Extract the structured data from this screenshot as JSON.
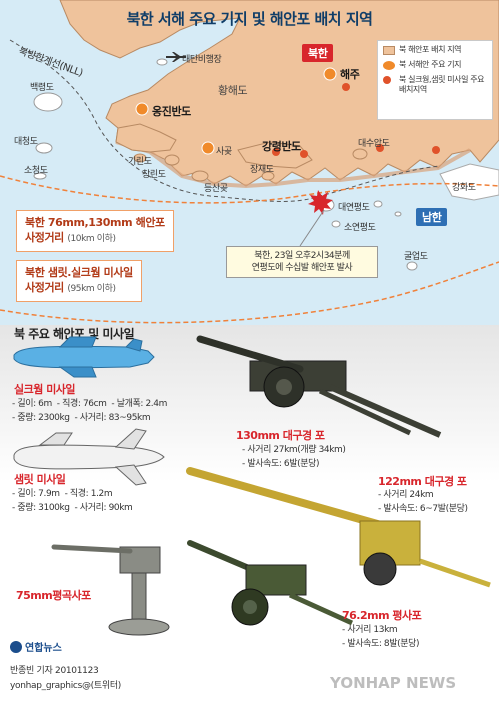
{
  "title": "북한 서해 주요 기지 및 해안포 배치 지역",
  "map": {
    "nll_label": "북방한계선(NLL)",
    "north_label": "북한",
    "south_label": "남한",
    "places": {
      "taetan": "태탄비행장",
      "hwanghae": "황해도",
      "haeju": "해주",
      "ongjin": "옹진반도",
      "baengnyeong": "백령도",
      "daecheong": "대청도",
      "socheong": "소청도",
      "girin": "기린도",
      "changrin": "창린도",
      "sagot": "사곶",
      "deungsan": "등산곶",
      "gangryeong": "강령반도",
      "jangjae": "장재도",
      "daesuap": "대수압도",
      "gangwha": "강화도",
      "daeyeonpyeong": "대연평도",
      "soyeonpyeong": "소연평도",
      "gulup": "굴업도"
    },
    "legend": [
      {
        "label": "북 해안포 배치 지역",
        "icon": "coast-swatch"
      },
      {
        "label": "북 서해안 주요 기지",
        "icon": "star-icon"
      },
      {
        "label": "북 실크웜,샘릿 미사일 주요 배치지역",
        "icon": "dot-icon"
      }
    ],
    "range_76_130": {
      "line1": "북한 76mm,130mm 해안포",
      "line2": "사정거리",
      "note": "(10km 이하)"
    },
    "range_missile": {
      "line1": "북한 샘릿.실크웜 미사일",
      "line2": "사정거리",
      "note": "(95km 이하)"
    },
    "incident": {
      "line1": "북한, 23일 오후2시34분께",
      "line2": "연평도에 수십발 해안포 발사"
    },
    "colors": {
      "sea": "#d6ebf6",
      "land_north": "#efc39c",
      "land_south": "#ffffff",
      "range_line": "#f0813a"
    }
  },
  "weapons": {
    "section_title": "북 주요 해안포 및 미사일",
    "silkworm": {
      "name": "실크웜 미사일",
      "specs": [
        "길이: 6m",
        "직경: 76cm",
        "날개폭: 2.4m",
        "중량: 2300kg",
        "사거리: 83~95km"
      ]
    },
    "samlet": {
      "name": "샘릿 미사일",
      "specs": [
        "길이: 7.9m",
        "직경: 1.2m",
        "중량: 3100kg",
        "사거리: 90km"
      ]
    },
    "gun130": {
      "name": "130mm 대구경 포",
      "specs": [
        "사거리 27km(개량 34km)",
        "발사속도: 6발(분당)"
      ]
    },
    "gun122": {
      "name": "122mm 대구경 포",
      "specs": [
        "사거리 24km",
        "발사속도: 6~7발(분당)"
      ]
    },
    "gun75": {
      "name": "75mm평곡사포"
    },
    "gun76": {
      "name": "76.2mm 평사포",
      "specs": [
        "사거리 13km",
        "발사속도: 8발(분당)"
      ]
    }
  },
  "footer": {
    "agency": "연합뉴스",
    "author": "반종빈 기자 20101123",
    "handle": "yonhap_graphics@(트위터)",
    "watermark": "YONHAP NEWS"
  }
}
